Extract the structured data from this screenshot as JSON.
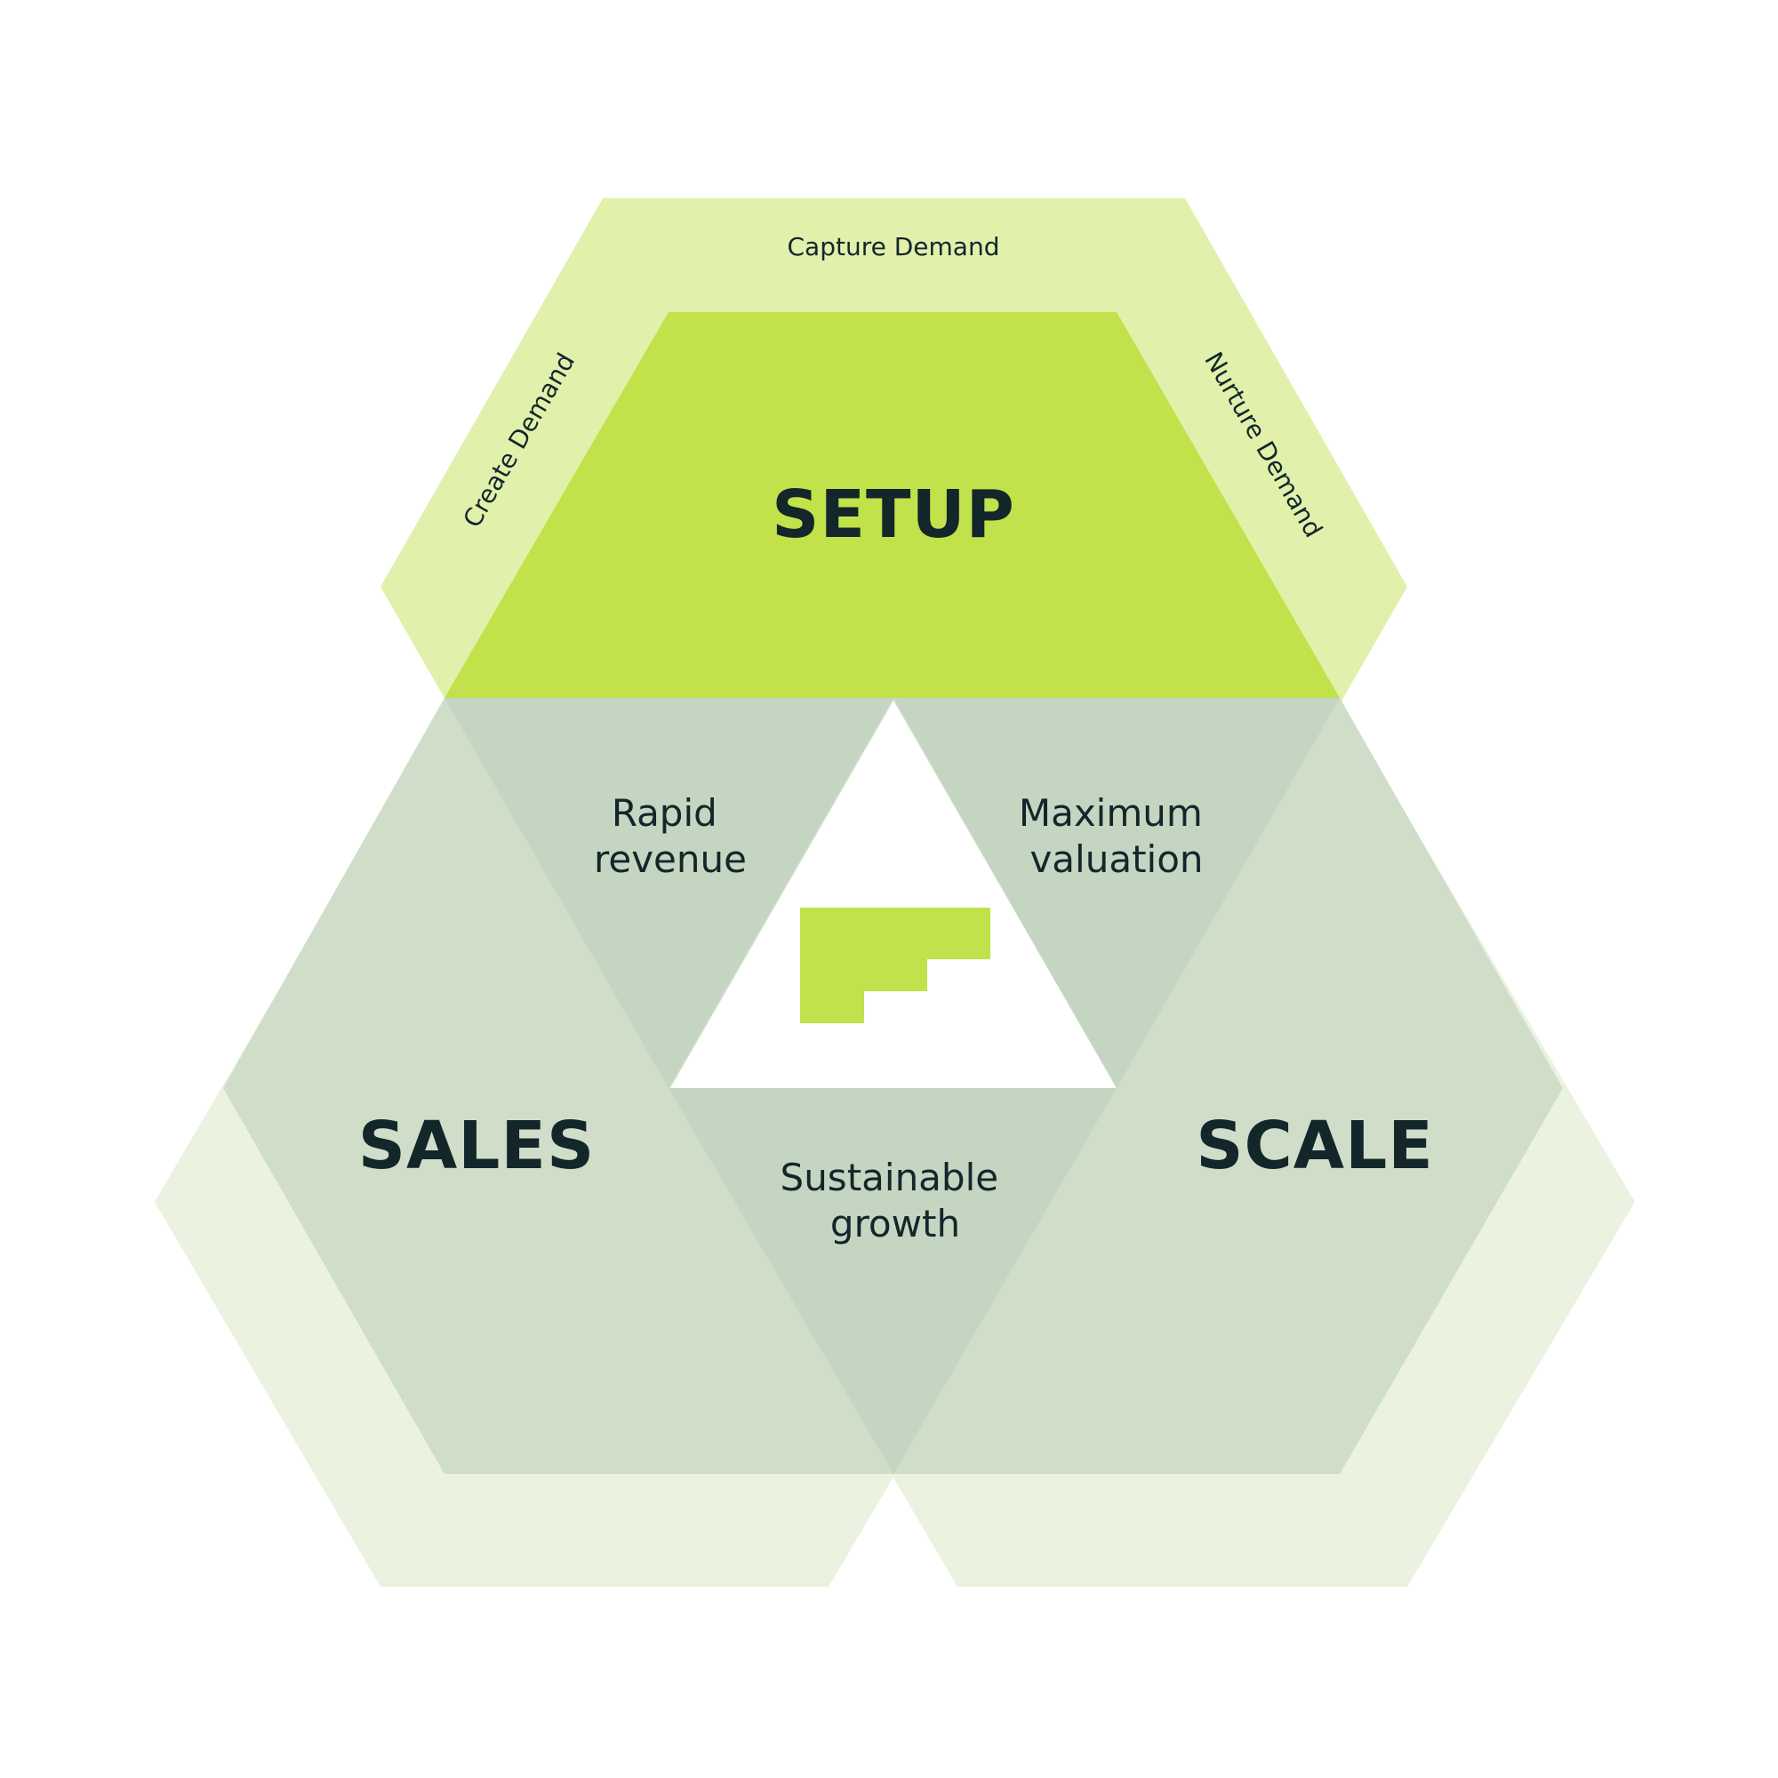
{
  "diagram": {
    "top": {
      "title": "SETUP"
    },
    "left": {
      "title": "SALES"
    },
    "right": {
      "title": "SCALE"
    },
    "ring_labels": {
      "top": "Capture Demand",
      "left": "Create Demand",
      "right": "Nurture Demand"
    },
    "overlaps": {
      "setup_sales": [
        "Rapid",
        "revenue"
      ],
      "setup_scale": [
        "Maximum",
        "valuation"
      ],
      "sales_scale": [
        "Sustainable",
        "growth"
      ]
    },
    "colors": {
      "lime_strong": "#c1e24a",
      "lime_light": "#e1f1ac",
      "sage_light": "#ebf2df",
      "sage_mid": "#d0dec9",
      "sage_overlap": "#c4d5c1",
      "text_dark": "#13262a"
    },
    "center_icon": "stair-step-logo-icon"
  }
}
